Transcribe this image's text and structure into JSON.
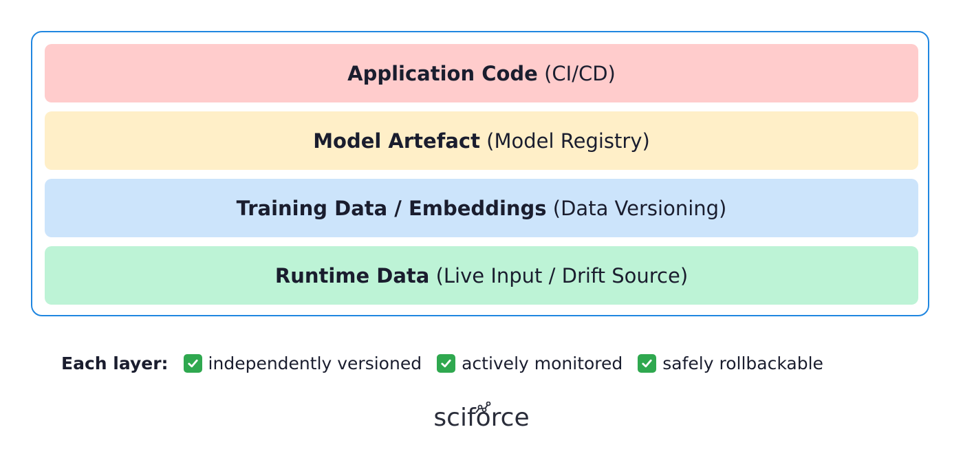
{
  "layers": [
    {
      "name": "Application Code",
      "detail": "(CI/CD)",
      "color": "#ffcccc"
    },
    {
      "name": "Model Artefact",
      "detail": "(Model Registry)",
      "color": "#ffefc8"
    },
    {
      "name": "Training Data / Embeddings",
      "detail": "(Data Versioning)",
      "color": "#cce4fb"
    },
    {
      "name": "Runtime Data",
      "detail": "(Live Input / Drift Source)",
      "color": "#bdf3d6"
    }
  ],
  "frame_color": "#1f86e0",
  "properties": {
    "lead": "Each layer:",
    "items": [
      {
        "label": "independently versioned",
        "icon": "check-icon"
      },
      {
        "label": "actively monitored",
        "icon": "check-icon"
      },
      {
        "label": "safely rollbackable",
        "icon": "check-icon"
      }
    ],
    "check_color": "#2fa84f"
  },
  "logo": {
    "text": "sciforce"
  }
}
